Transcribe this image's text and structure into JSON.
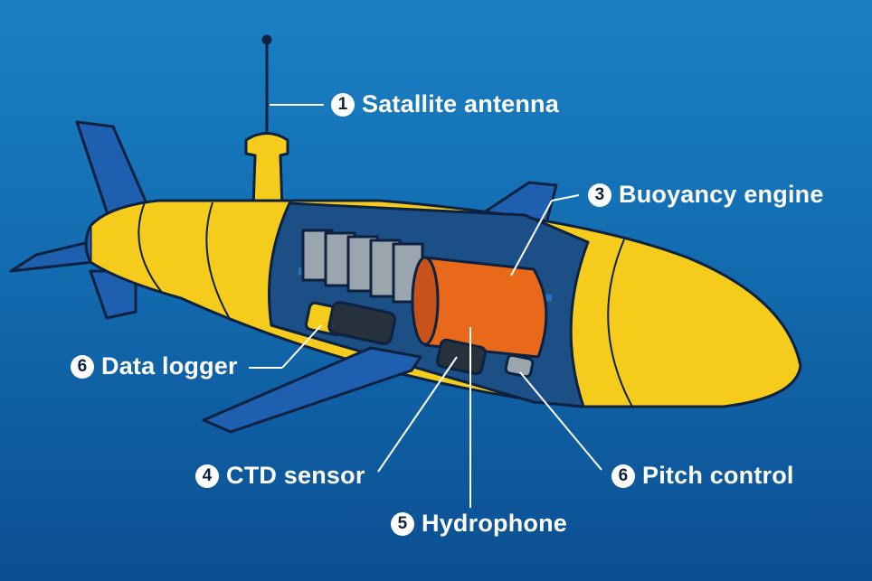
{
  "colors": {
    "water_top": "#1a80c4",
    "water_bottom": "#0b4f92",
    "hull": "#f5cc1c",
    "fins": "#1e5fb0",
    "engine": "#e8691a",
    "battery": "#9aa5ad",
    "outline": "#0d2240"
  },
  "labels": [
    {
      "num": "1",
      "text": "Satallite antenna"
    },
    {
      "num": "3",
      "text": "Buoyancy engine"
    },
    {
      "num": "6",
      "text": "Data logger"
    },
    {
      "num": "4",
      "text": "CTD sensor"
    },
    {
      "num": "5",
      "text": "Hydrophone"
    },
    {
      "num": "6",
      "text": "Pitch control"
    }
  ]
}
